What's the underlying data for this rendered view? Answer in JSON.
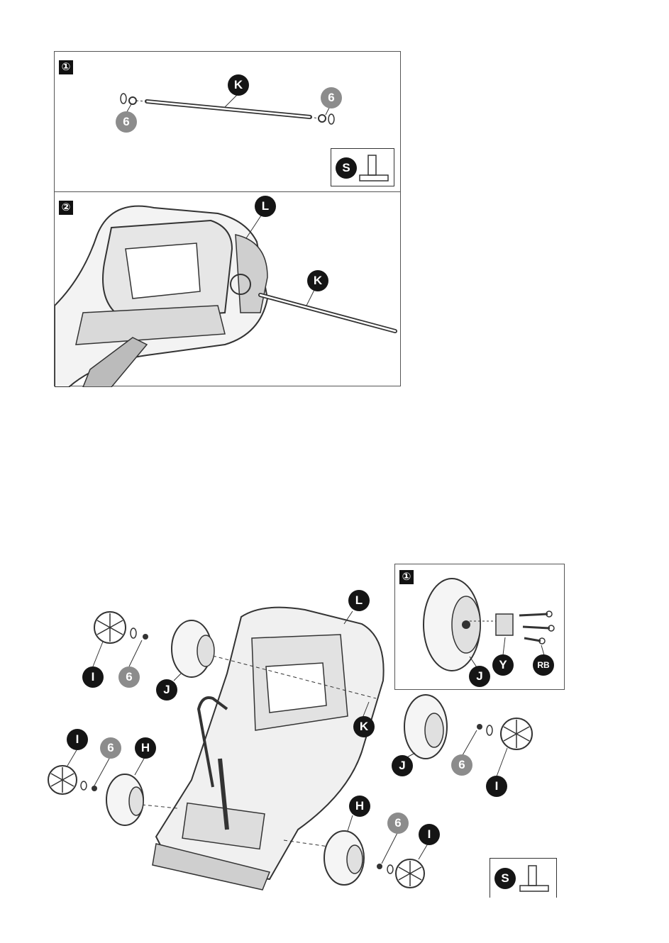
{
  "assembly_steps": [
    {
      "step_label": "①",
      "parts": [
        "K",
        "6",
        "6"
      ],
      "tool": "S"
    },
    {
      "step_label": "②",
      "parts": [
        "L",
        "K"
      ]
    }
  ],
  "wheel_assembly": {
    "inset_step_label": "①",
    "inset_parts": [
      "Y",
      "RB",
      "J"
    ],
    "parts": [
      "L",
      "I",
      "6",
      "J",
      "K",
      "J",
      "6",
      "I",
      "I",
      "6",
      "H",
      "H",
      "6",
      "I"
    ],
    "tool": "S"
  },
  "colors": {
    "callout_dark": "#151515",
    "callout_grey": "#8c8c8c",
    "line": "#333333"
  }
}
